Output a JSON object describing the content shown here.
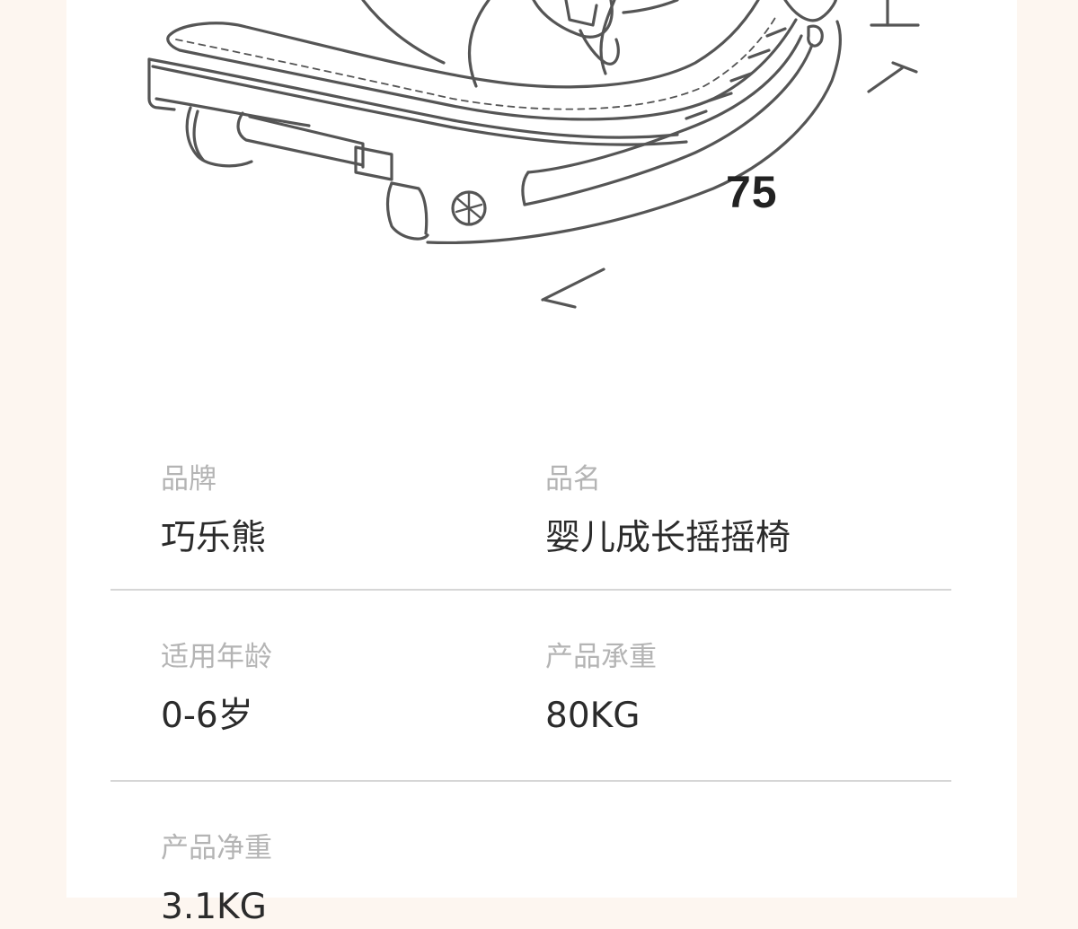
{
  "illustration": {
    "dimension_value": "75",
    "line_color": "#555555"
  },
  "specs": [
    {
      "label": "品牌",
      "value": "巧乐熊"
    },
    {
      "label": "品名",
      "value": "婴儿成长摇摇椅"
    },
    {
      "label": "适用年龄",
      "value": "0-6岁"
    },
    {
      "label": "产品承重",
      "value": "80KG"
    },
    {
      "label": "产品净重",
      "value": "3.1KG"
    }
  ],
  "colors": {
    "page_background": "#fdf6f0",
    "sheet_background": "#ffffff",
    "label_text": "#b4b4b4",
    "value_text": "#2b2b2b",
    "divider": "#d6d6d6"
  }
}
